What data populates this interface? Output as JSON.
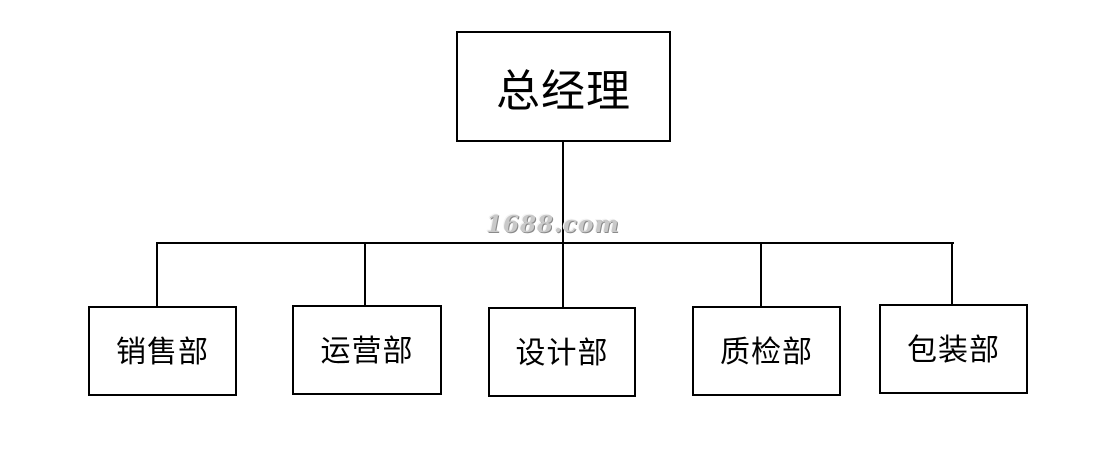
{
  "org_chart": {
    "root": {
      "label": "总经理"
    },
    "departments": [
      {
        "label": "销售部"
      },
      {
        "label": "运营部"
      },
      {
        "label": "设计部"
      },
      {
        "label": "质检部"
      },
      {
        "label": "包装部"
      }
    ]
  },
  "watermark": {
    "text": "1688.com"
  },
  "colors": {
    "line": "#000000",
    "box_border": "#000000",
    "background": "#ffffff",
    "watermark": "#c9c9c9"
  }
}
